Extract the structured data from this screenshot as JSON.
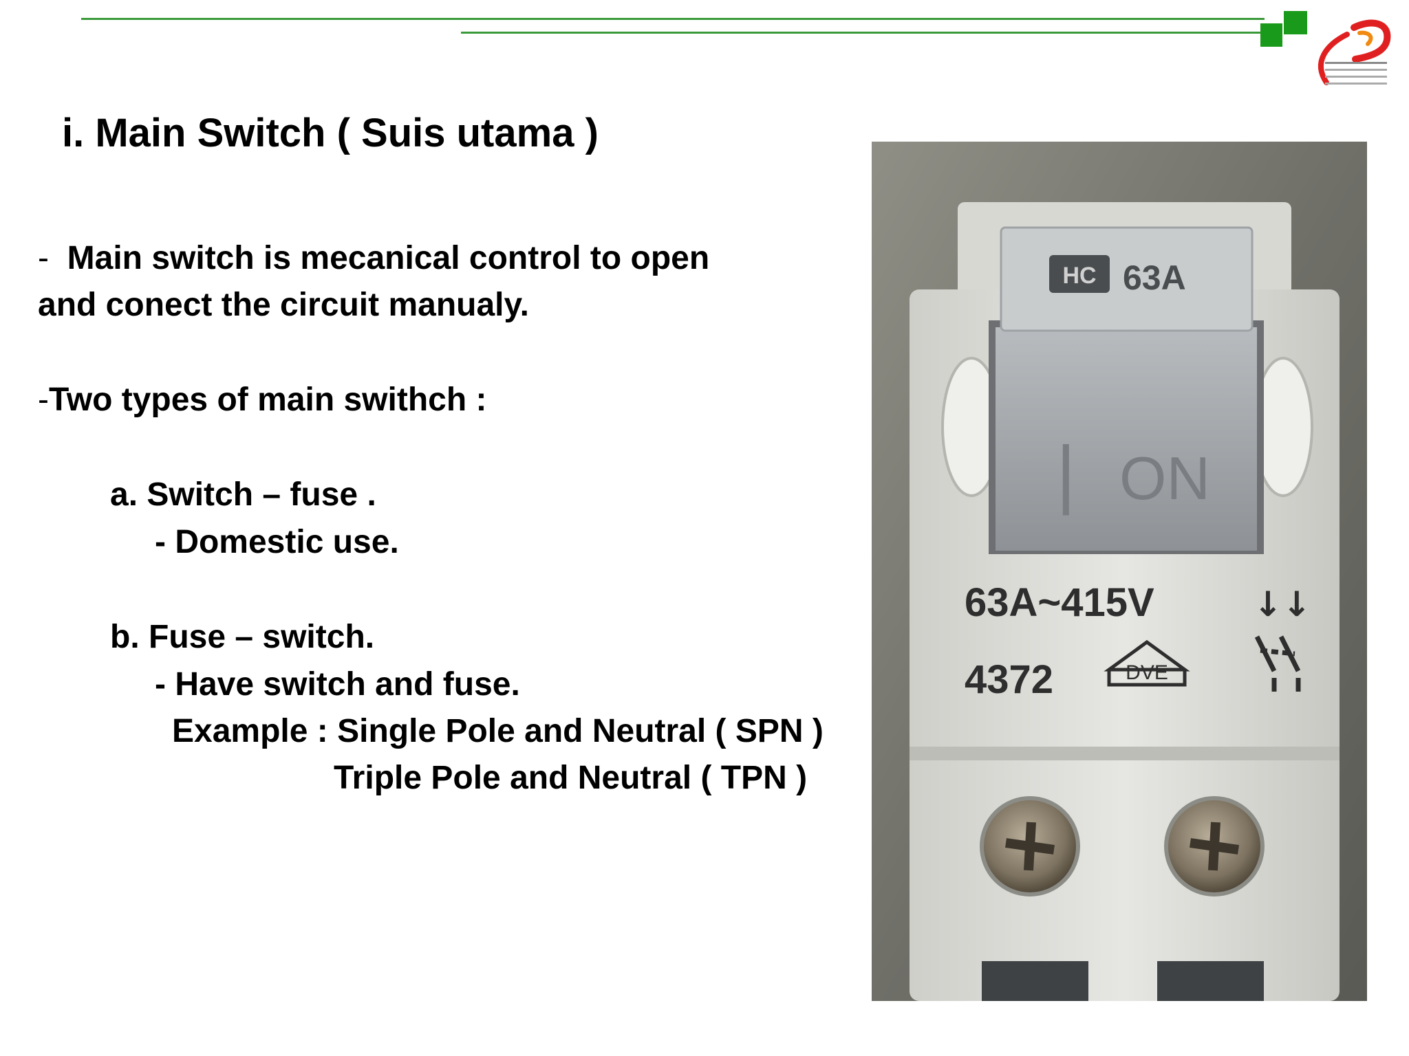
{
  "slide": {
    "title": "i. Main Switch ( Suis utama )",
    "bullets": {
      "b1_dash": "-",
      "b1_line1": "Main switch is mecanical control to open",
      "b1_line2": "and conect the circuit manualy.",
      "b2_dash": "-",
      "b2": "Two types of main swithch :",
      "a_title": "a. Switch – fuse .",
      "a_sub": "- Domestic use.",
      "b_title": "b. Fuse – switch.",
      "b_sub": "- Have switch and fuse.",
      "example1": "Example : Single Pole and Neutral ( SPN )",
      "example2": "Triple Pole and Neutral ( TPN )"
    }
  },
  "photo": {
    "toggle_rating": "63A",
    "toggle_state": "ON",
    "toggle_mark": "|",
    "rating": "63A~415V",
    "pole_marks": "↓↓",
    "code": "4372",
    "cert_mark": "DVE",
    "brand_mark": "HC"
  },
  "colors": {
    "accent_green": "#1a9a1a",
    "logo_red": "#e02020",
    "logo_orange": "#f08a10"
  }
}
